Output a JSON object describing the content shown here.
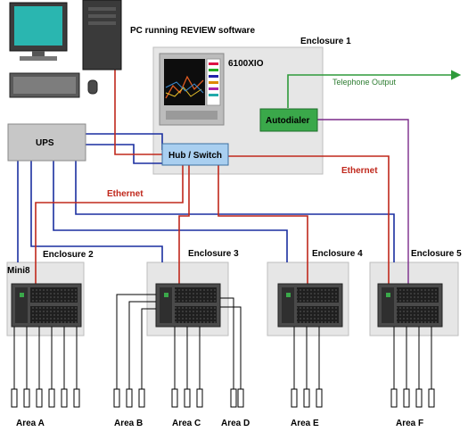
{
  "pc": {
    "label": "PC running REVIEW software"
  },
  "enclosure1": {
    "label": "Enclosure 1",
    "recorder": "6100XIO",
    "autodialer": "Autodialer",
    "telephone": "Telephone Output"
  },
  "ups": {
    "label": "UPS"
  },
  "hub": {
    "label": "Hub / Switch"
  },
  "ethernet": {
    "label_left": "Ethernet",
    "label_right": "Ethernet"
  },
  "enclosures": [
    {
      "label": "Enclosure 2",
      "sublabel": "Mini8"
    },
    {
      "label": "Enclosure 3"
    },
    {
      "label": "Enclosure 4"
    },
    {
      "label": "Enclosure 5"
    }
  ],
  "areas": [
    "Area A",
    "Area B",
    "Area C",
    "Area D",
    "Area E",
    "Area F"
  ],
  "colors": {
    "power": "#1a2fa0",
    "ethernet": "#c0281c",
    "telephone": "#2e9a3a",
    "autodialer_link": "#7a2a8a",
    "panel": "#e6e6e6"
  }
}
